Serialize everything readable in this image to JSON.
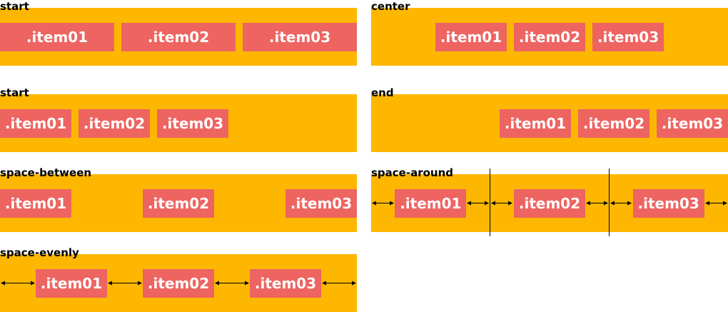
{
  "colors": {
    "container": "#FDB701",
    "item": "#EE6461",
    "item_text": "#FFFFFF",
    "label": "#000000"
  },
  "items": [
    ".item01",
    ".item02",
    ".item03"
  ],
  "panels": {
    "p1": {
      "title": "start"
    },
    "p2": {
      "title": "center"
    },
    "p3": {
      "title": "start"
    },
    "p4": {
      "title": "end"
    },
    "p5": {
      "title": "space-between"
    },
    "p6": {
      "title": "space-around"
    },
    "p7": {
      "title": "space-evenly"
    }
  }
}
